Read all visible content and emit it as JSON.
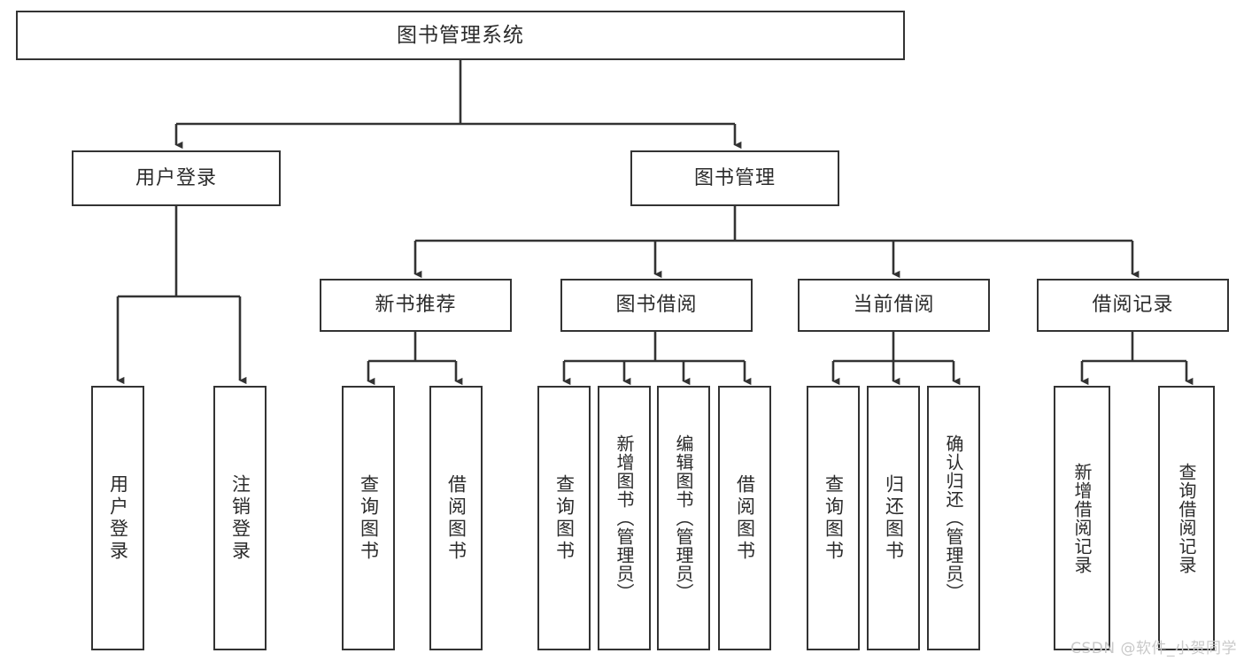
{
  "diagram": {
    "title": "图书管理系统",
    "type": "tree",
    "colors": {
      "background": "#ffffff",
      "node_border": "#333333",
      "node_fill": "#ffffff",
      "text": "#2b2b2b",
      "edge": "#333333",
      "watermark": "#c9c9c9"
    },
    "watermark": "CSDN @软件_小贺同学",
    "nodes": {
      "root": {
        "label": "图书管理系统"
      },
      "level1": [
        {
          "label": "用户登录"
        },
        {
          "label": "图书管理"
        }
      ],
      "level2": [
        {
          "label": "新书推荐"
        },
        {
          "label": "图书借阅"
        },
        {
          "label": "当前借阅"
        },
        {
          "label": "借阅记录"
        }
      ],
      "leaves": {
        "user_login": [
          {
            "label": "用户登录"
          },
          {
            "label": "注销登录"
          }
        ],
        "new_book_recommend": [
          {
            "label": "查询图书"
          },
          {
            "label": "借阅图书"
          }
        ],
        "book_borrow": [
          {
            "label": "查询图书"
          },
          {
            "label": "新增图书（管理员）"
          },
          {
            "label": "编辑图书（管理员）"
          },
          {
            "label": "借阅图书"
          }
        ],
        "current_borrow": [
          {
            "label": "查询图书"
          },
          {
            "label": "归还图书"
          },
          {
            "label": "确认归还（管理员）"
          }
        ],
        "borrow_record": [
          {
            "label": "新增借阅记录"
          },
          {
            "label": "查询借阅记录"
          }
        ]
      }
    }
  }
}
